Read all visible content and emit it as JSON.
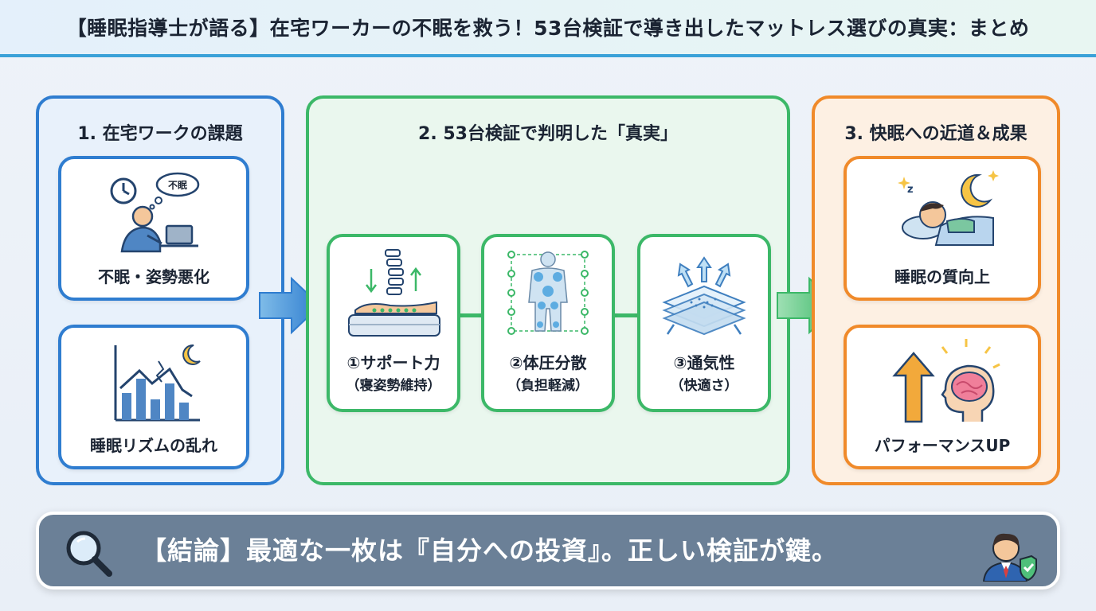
{
  "title": "【睡眠指導士が語る】在宅ワーカーの不眠を救う！53台検証で導き出したマットレス選びの真実：まとめ",
  "sections": [
    {
      "title": "1. 在宅ワークの課題",
      "cards": [
        {
          "label": "不眠・姿勢悪化",
          "icon": "insomnia-worker-icon",
          "bubble_text": "不眠"
        },
        {
          "label": "睡眠リズムの乱れ",
          "icon": "disrupted-rhythm-chart-icon"
        }
      ]
    },
    {
      "title": "2. 53台検証で判明した「真実」",
      "cards": [
        {
          "label": "①サポート力",
          "sub": "（寝姿勢維持）",
          "icon": "spine-support-icon"
        },
        {
          "label": "②体圧分散",
          "sub": "（負担軽減）",
          "icon": "pressure-distribution-icon"
        },
        {
          "label": "③通気性",
          "sub": "（快適さ）",
          "icon": "breathability-icon"
        }
      ]
    },
    {
      "title": "3. 快眠への近道＆成果",
      "cards": [
        {
          "label": "睡眠の質向上",
          "icon": "sleeping-person-icon"
        },
        {
          "label": "パフォーマンスUP",
          "icon": "brain-performance-icon"
        }
      ]
    }
  ],
  "conclusion": {
    "text": "【結論】最適な一枚は『自分への投資』。正しい検証が鍵。",
    "left_icon": "magnifier-icon",
    "right_icon": "expert-shield-icon"
  },
  "colors": {
    "blue": "#2f7dd0",
    "green": "#3cb868",
    "orange": "#f08a2a",
    "conclusion_bg": "#6b8097"
  }
}
